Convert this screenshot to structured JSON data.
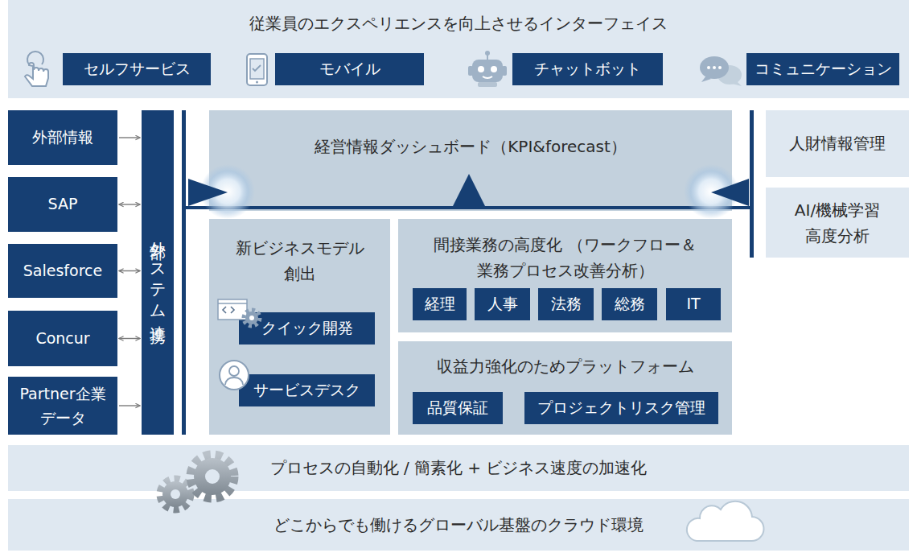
{
  "diagram": {
    "nodes": [
      {
        "text": [
          "従業員のエクスペリエンスを向上させるインターフェイス"
        ]
      },
      {
        "text": [
          "セルフサービス"
        ],
        "in": 0
      },
      {
        "text": [
          "モバイル"
        ],
        "in": 0
      },
      {
        "text": [
          "チャットボット"
        ],
        "in": 0
      },
      {
        "text": [
          "コミュニケーション"
        ],
        "in": 0
      },
      {
        "text": [
          "外部情報"
        ]
      },
      {
        "text": [
          "SAP"
        ]
      },
      {
        "text": [
          "Salesforce"
        ]
      },
      {
        "text": [
          "Concur"
        ]
      },
      {
        "text": [
          "Partner企業 データ"
        ]
      },
      {
        "text": [
          "外部システム連携"
        ]
      },
      {
        "text": [
          "経営情報ダッシュボード（KPI&forecast）"
        ]
      },
      {
        "text": [
          "新ビジネスモデル 創出"
        ]
      },
      {
        "text": [
          "クイック開発"
        ],
        "in": 12
      },
      {
        "text": [
          "サービスデスク"
        ],
        "in": 12
      },
      {
        "text": [
          "間接業務の高度化 （ワークフロー＆業務プロセス改善分析）"
        ]
      },
      {
        "text": [
          "経理"
        ],
        "in": 15
      },
      {
        "text": [
          "人事"
        ],
        "in": 15
      },
      {
        "text": [
          "法務"
        ],
        "in": 15
      },
      {
        "text": [
          "総務"
        ],
        "in": 15
      },
      {
        "text": [
          "IT"
        ],
        "in": 15
      },
      {
        "text": [
          "収益力強化のためプラットフォーム"
        ]
      },
      {
        "text": [
          "品質保証"
        ],
        "in": 21
      },
      {
        "text": [
          "プロジェクトリスク管理"
        ],
        "in": 21
      },
      {
        "text": [
          "人財情報管理"
        ]
      },
      {
        "text": [
          "AI/機械学習 高度分析"
        ]
      },
      {
        "text": [
          "プロセスの自動化 / 簡素化 + ビジネス速度の加速化"
        ]
      },
      {
        "text": [
          "どこからでも働けるグローバル基盤のクラウド環境"
        ]
      }
    ],
    "edges": [
      {
        "from": 5,
        "to": 10,
        "arrow": "to"
      },
      {
        "from": 6,
        "to": 10,
        "arrow": "both"
      },
      {
        "from": 7,
        "to": 10,
        "arrow": "both"
      },
      {
        "from": 8,
        "to": 10,
        "arrow": "both"
      },
      {
        "from": 9,
        "to": 10,
        "arrow": "to"
      }
    ]
  }
}
